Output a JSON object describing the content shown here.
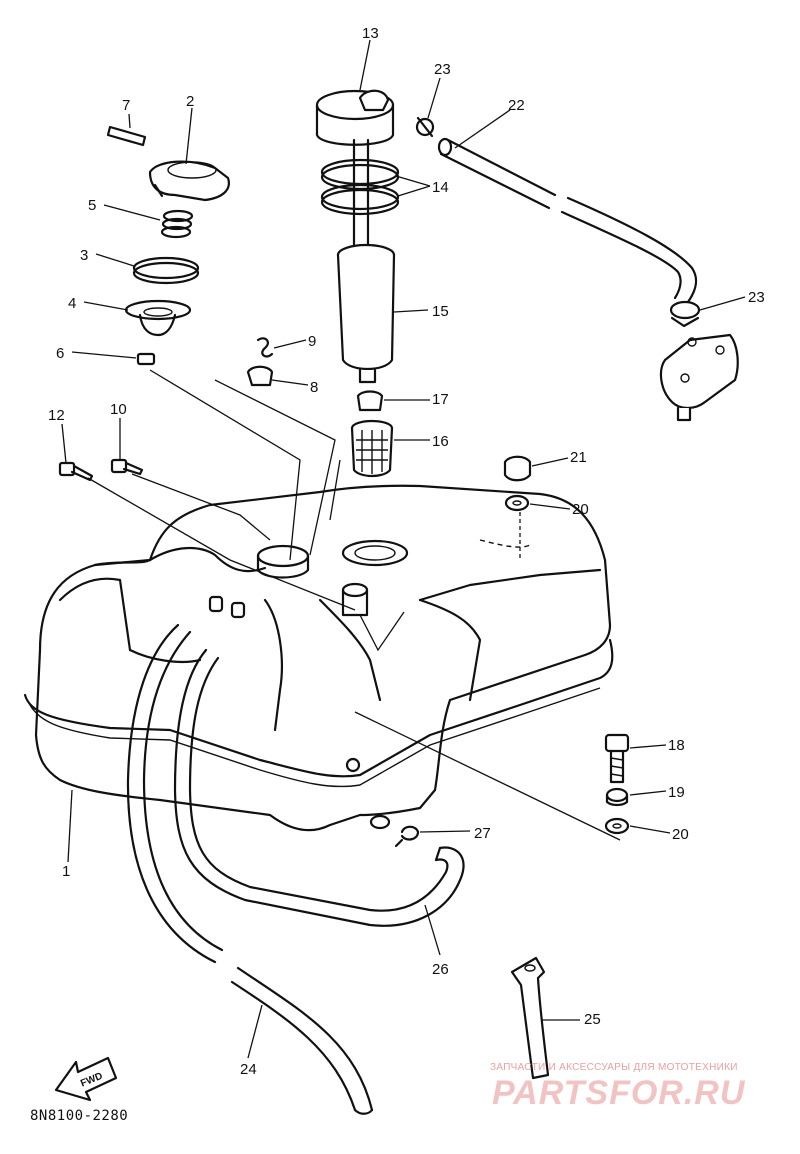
{
  "diagram": {
    "callouts": [
      {
        "id": "1",
        "label": "1"
      },
      {
        "id": "2",
        "label": "2"
      },
      {
        "id": "3",
        "label": "3"
      },
      {
        "id": "4",
        "label": "4"
      },
      {
        "id": "5",
        "label": "5"
      },
      {
        "id": "6",
        "label": "6"
      },
      {
        "id": "7",
        "label": "7"
      },
      {
        "id": "8",
        "label": "8"
      },
      {
        "id": "9",
        "label": "9"
      },
      {
        "id": "10",
        "label": "10"
      },
      {
        "id": "12",
        "label": "12"
      },
      {
        "id": "13",
        "label": "13"
      },
      {
        "id": "14",
        "label": "14"
      },
      {
        "id": "15",
        "label": "15"
      },
      {
        "id": "16",
        "label": "16"
      },
      {
        "id": "17",
        "label": "17"
      },
      {
        "id": "18",
        "label": "18"
      },
      {
        "id": "19",
        "label": "19"
      },
      {
        "id": "20a",
        "label": "20"
      },
      {
        "id": "20b",
        "label": "20"
      },
      {
        "id": "21",
        "label": "21"
      },
      {
        "id": "22",
        "label": "22"
      },
      {
        "id": "23a",
        "label": "23"
      },
      {
        "id": "23b",
        "label": "23"
      },
      {
        "id": "24",
        "label": "24"
      },
      {
        "id": "25",
        "label": "25"
      },
      {
        "id": "26",
        "label": "26"
      },
      {
        "id": "27",
        "label": "27"
      }
    ],
    "fwd_label": "FWD",
    "drawing_code": "8N8100-2280"
  },
  "watermark": {
    "tagline": "ЗАПЧАСТИ И АКСЕССУАРЫ ДЛЯ МОТОТЕХНИКИ",
    "brand": "PARTSFOR.RU",
    "color": "#e9a0a0"
  }
}
